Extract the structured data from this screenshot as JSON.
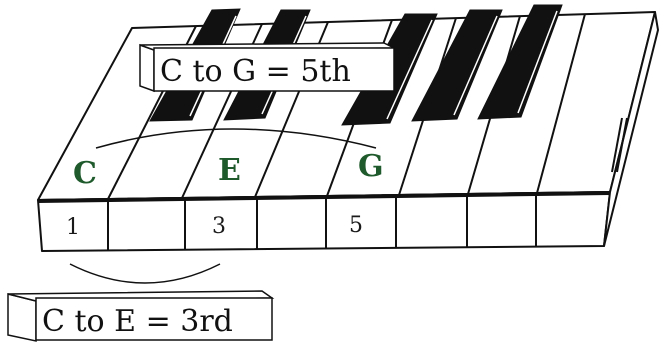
{
  "notes": {
    "c": "C",
    "e": "E",
    "g": "G"
  },
  "key_numbers": {
    "first": "1",
    "third": "3",
    "fifth": "5"
  },
  "labels": {
    "fifth_interval": "C to G = 5th",
    "third_interval": "C to E = 3rd"
  },
  "colors": {
    "note_letters": "#1f5a2c",
    "keys_outline": "#111111",
    "black_keys": "#111111"
  }
}
